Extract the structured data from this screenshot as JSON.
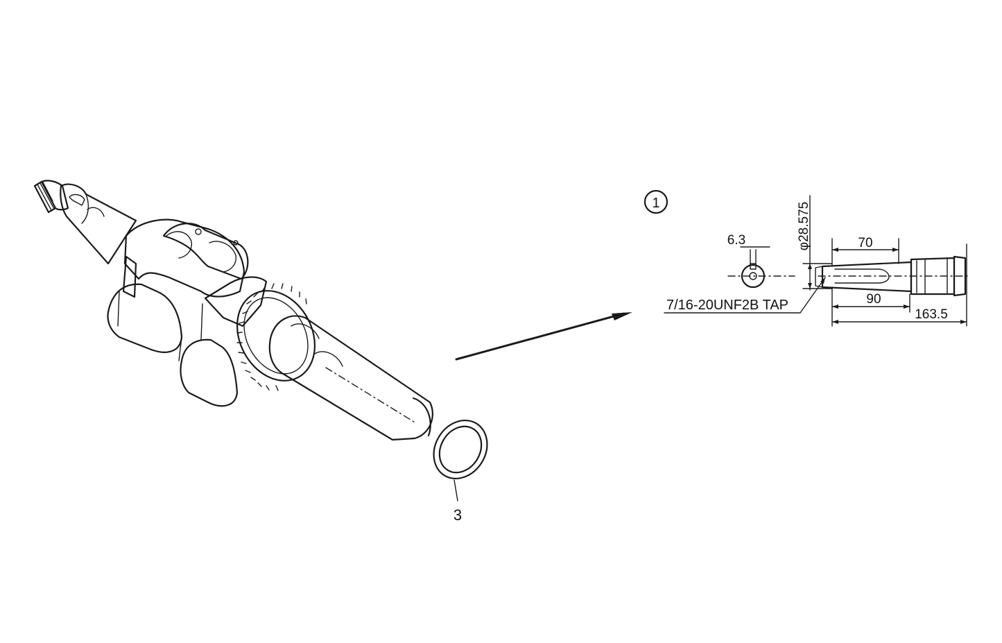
{
  "detail": {
    "callout": "1",
    "dim_keyway": "6.3",
    "dim_diameter": "φ28.575",
    "dim_70": "70",
    "dim_90": "90",
    "dim_total": "163.5",
    "tap_note": "7/16-20UNF2B TAP"
  },
  "parts": {
    "washer_number": "3"
  }
}
